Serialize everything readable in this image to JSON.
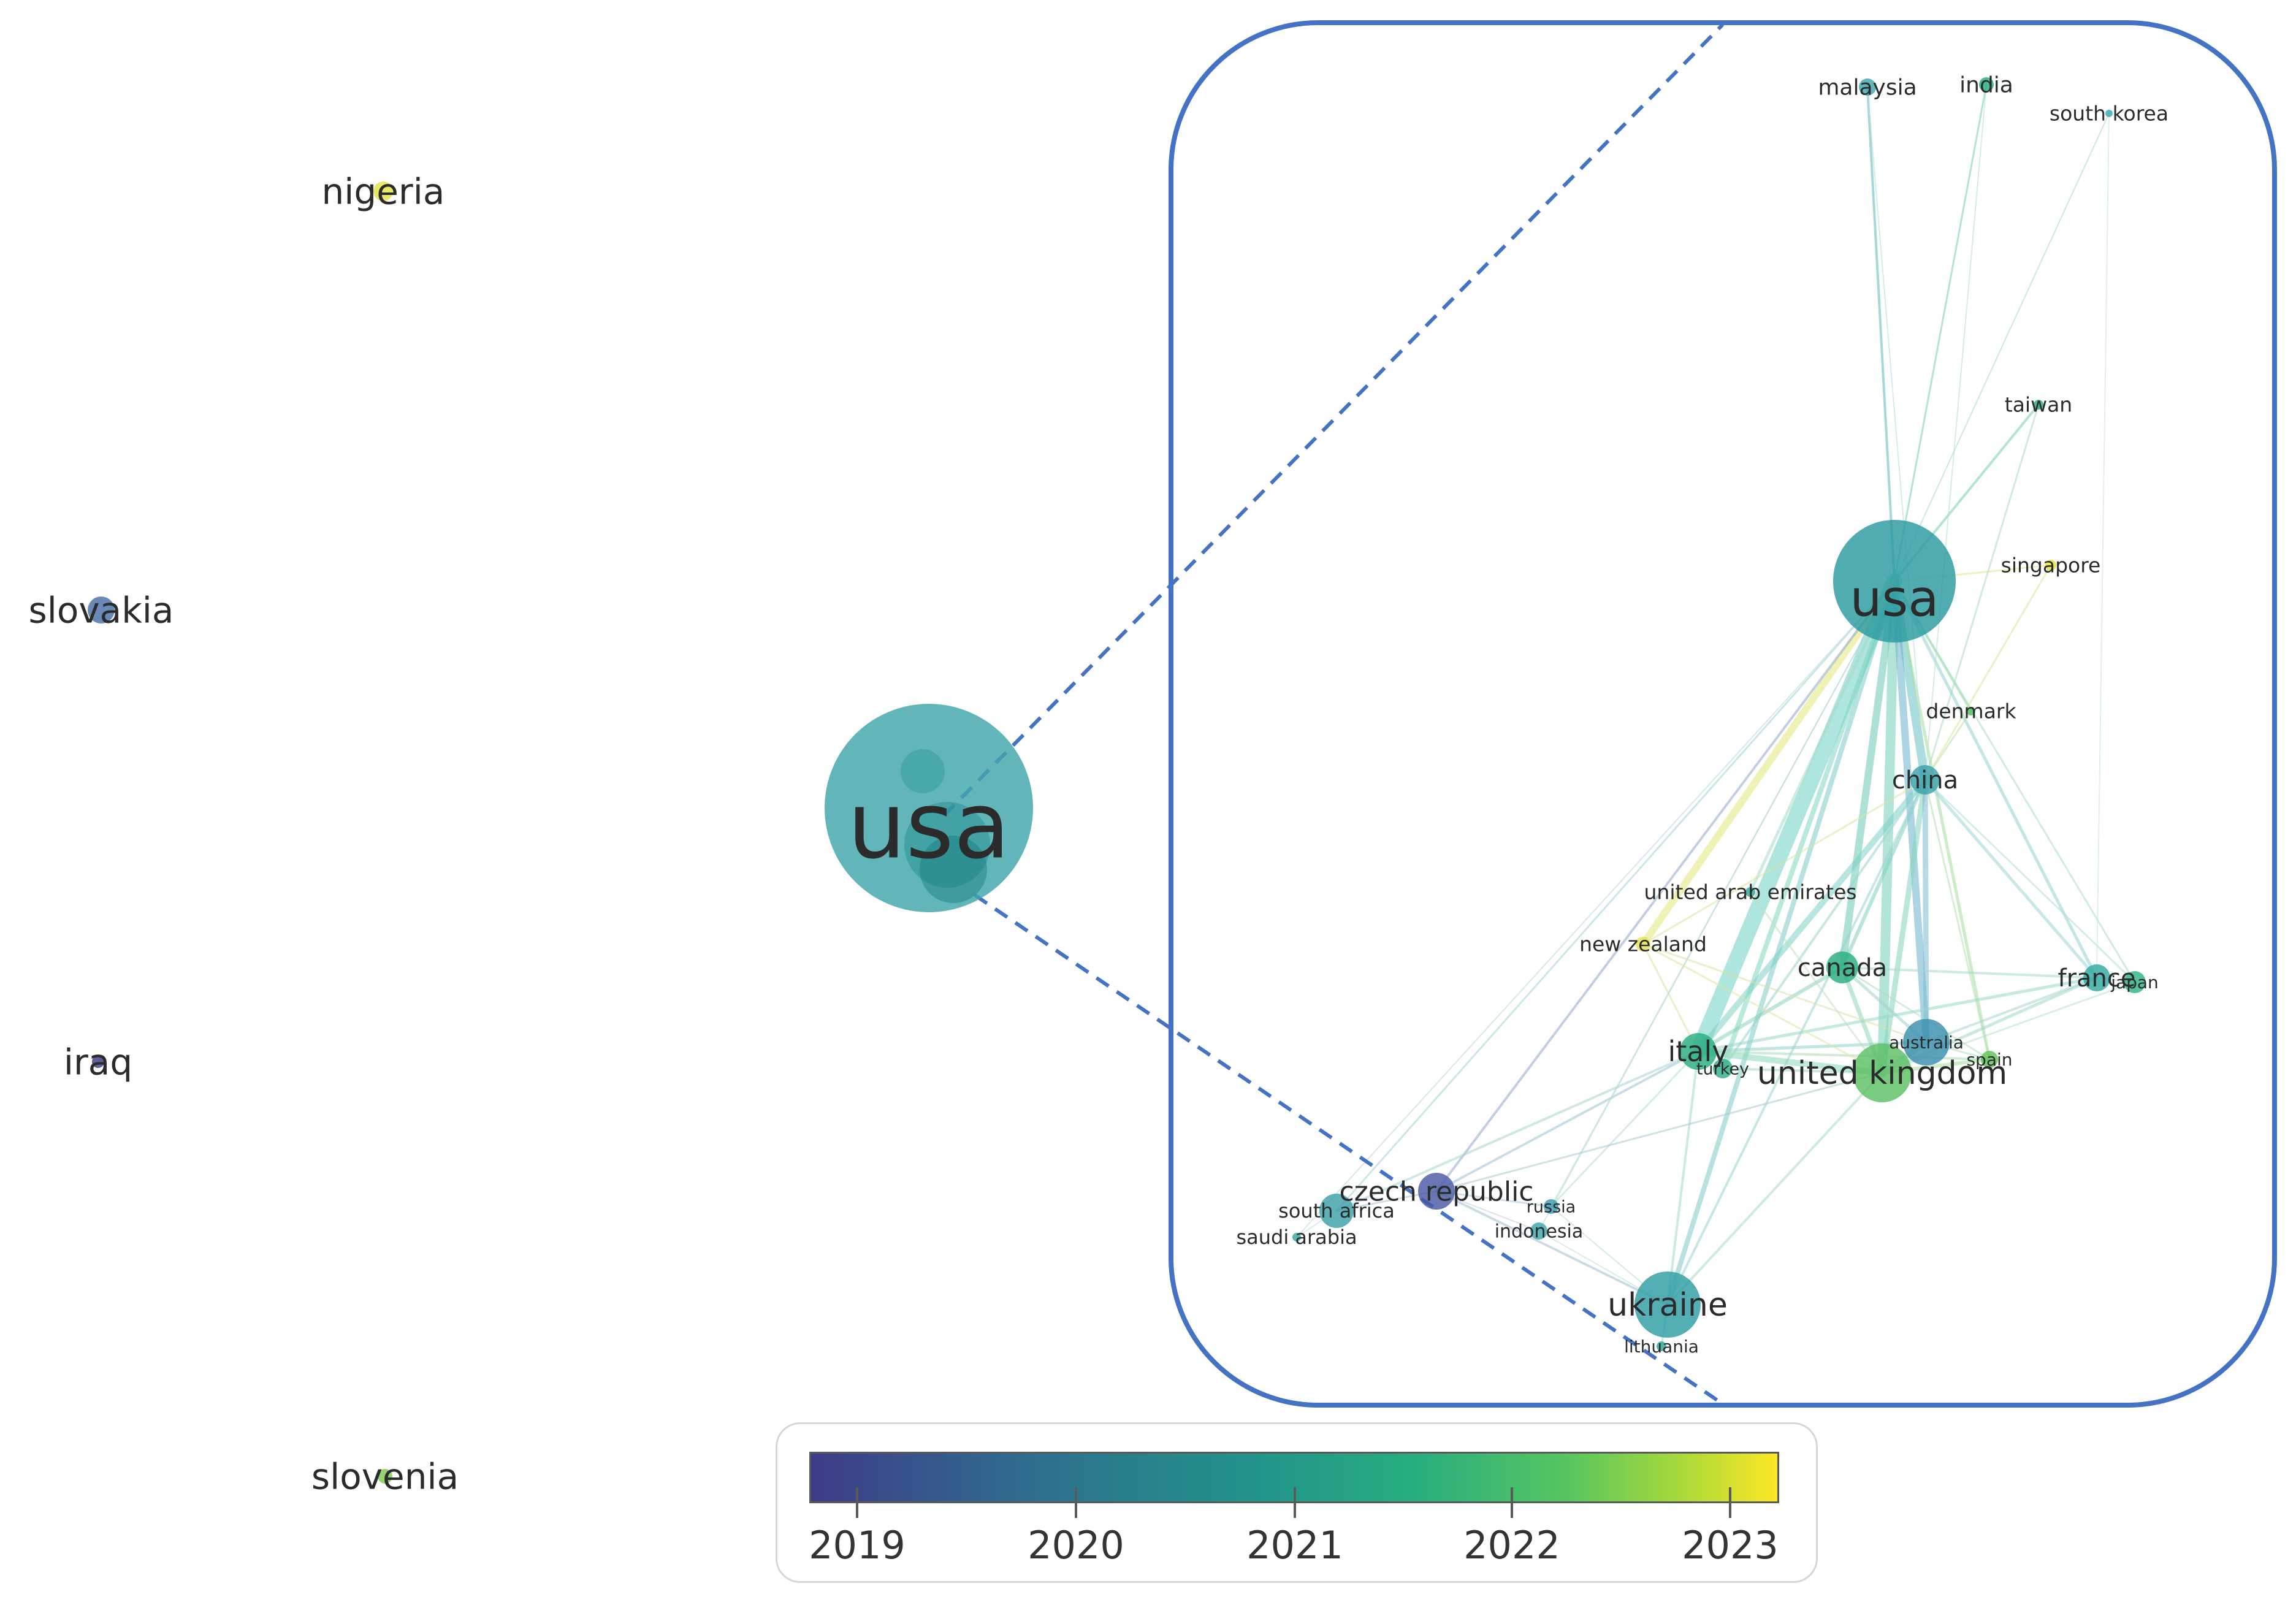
{
  "overview": {
    "nodes": [
      {
        "label": "nigeria",
        "color": "#e3e04a"
      },
      {
        "label": "slovakia",
        "color": "#4b6fa8"
      },
      {
        "label": "iraq",
        "color": "#3a3f85"
      },
      {
        "label": "slovenia",
        "color": "#7ec850"
      },
      {
        "label": "usa",
        "color": "#3fa6aa"
      }
    ]
  },
  "zoom": {
    "frame_color": "#4472c4",
    "nodes": [
      {
        "label": "malaysia"
      },
      {
        "label": "india"
      },
      {
        "label": "south korea"
      },
      {
        "label": "taiwan"
      },
      {
        "label": "usa"
      },
      {
        "label": "singapore"
      },
      {
        "label": "denmark"
      },
      {
        "label": "china"
      },
      {
        "label": "united arab emirates"
      },
      {
        "label": "new zealand"
      },
      {
        "label": "canada"
      },
      {
        "label": "japan"
      },
      {
        "label": "france"
      },
      {
        "label": "australia"
      },
      {
        "label": "italy"
      },
      {
        "label": "spain"
      },
      {
        "label": "turkey"
      },
      {
        "label": "united kingdom"
      },
      {
        "label": "czech republic"
      },
      {
        "label": "russia"
      },
      {
        "label": "south africa"
      },
      {
        "label": "indonesia"
      },
      {
        "label": "saudi arabia"
      },
      {
        "label": "ukraine"
      },
      {
        "label": "lithuania"
      }
    ]
  },
  "legend": {
    "ticks": [
      "2019",
      "2020",
      "2021",
      "2022",
      "2023"
    ],
    "colors": [
      "#3e3c8a",
      "#2f6d8e",
      "#22938b",
      "#55c560",
      "#fde725"
    ]
  }
}
